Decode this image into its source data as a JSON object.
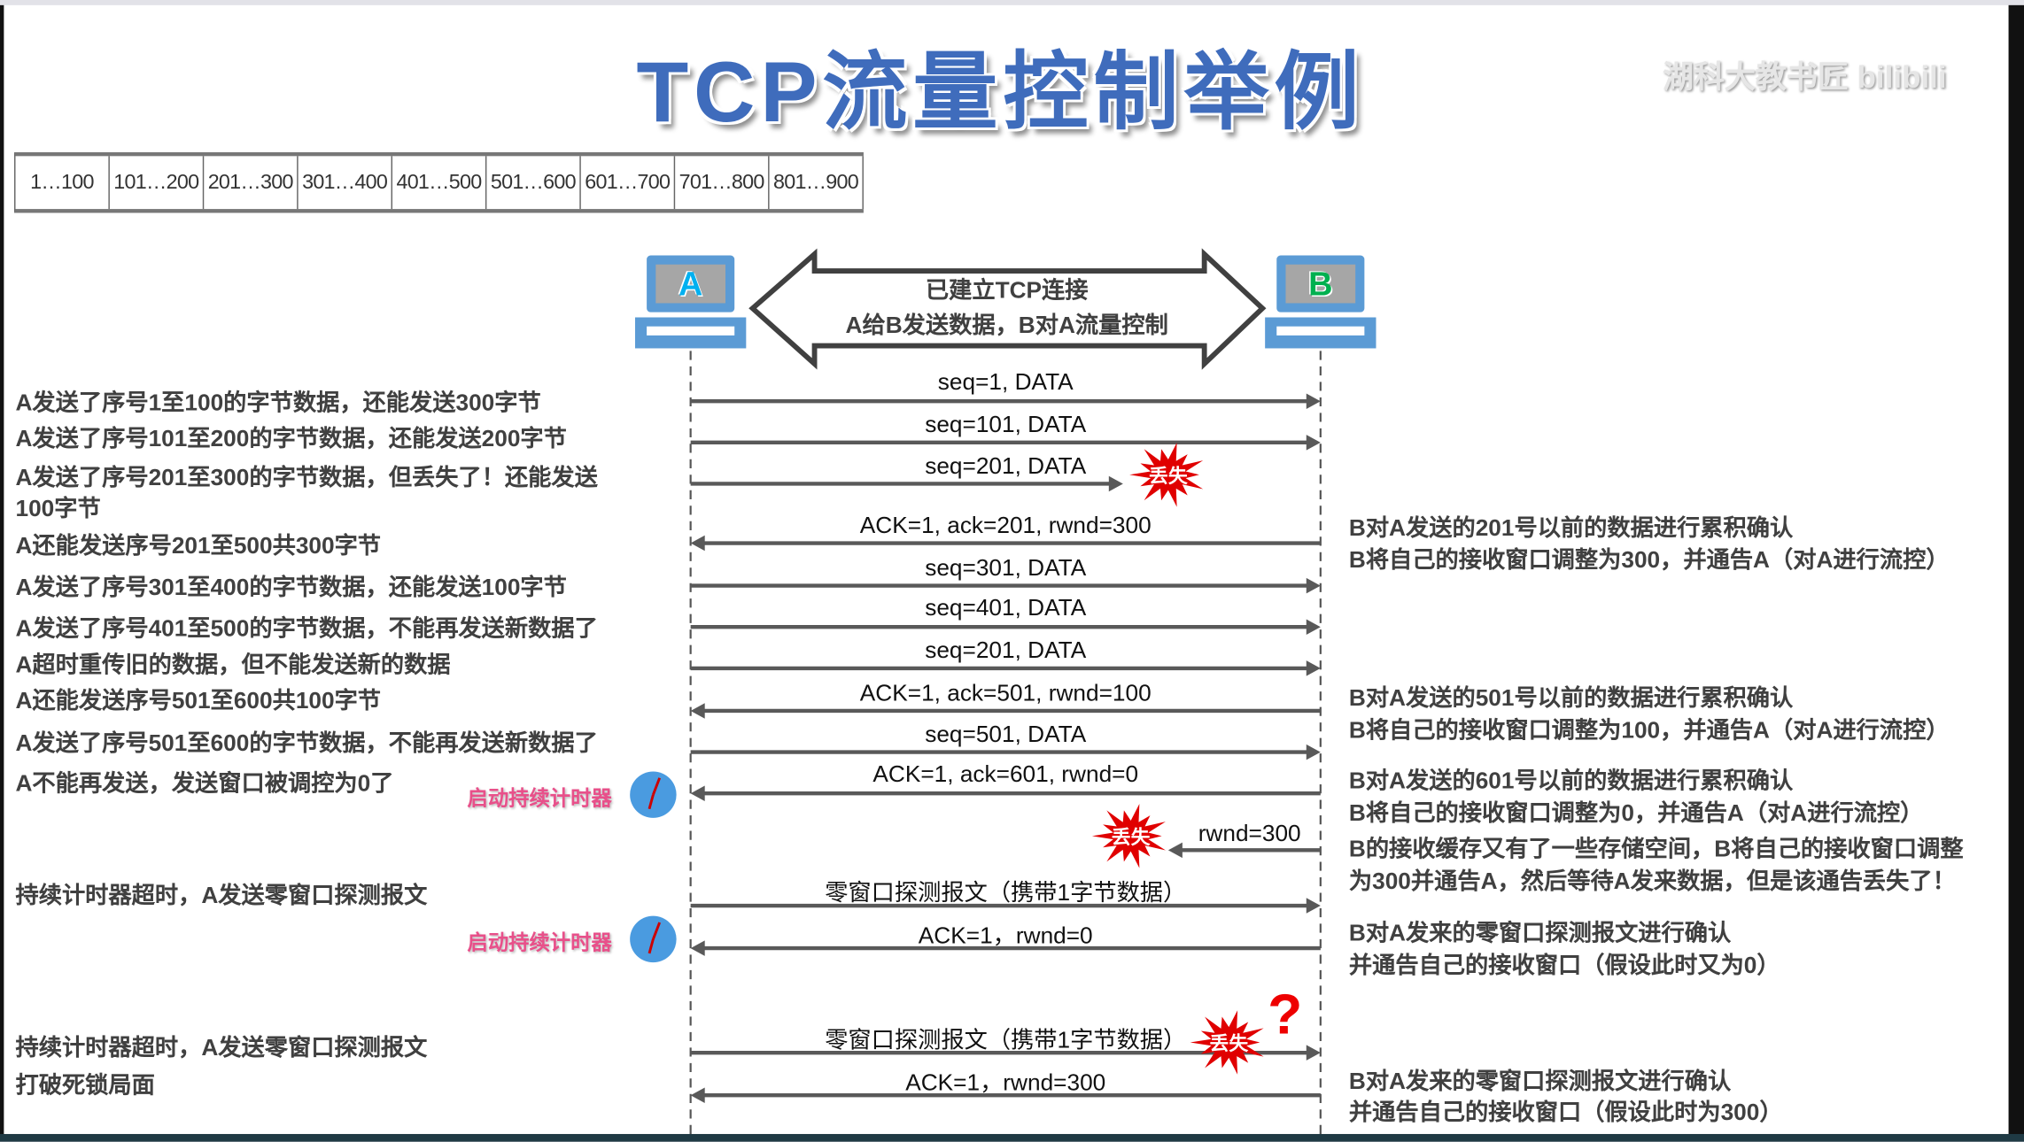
{
  "title": "TCP流量控制举例",
  "watermark": "湖科大教书匠 bilibili",
  "byte_ranges": [
    "1…100",
    "101…200",
    "201…300",
    "301…400",
    "401…500",
    "501…600",
    "601…700",
    "701…800",
    "801…900"
  ],
  "hosts": {
    "a": "A",
    "b": "B"
  },
  "connection": {
    "line1": "已建立TCP连接",
    "line2": "A给B发送数据，B对A流量控制"
  },
  "messages": [
    {
      "label": "seq=1, DATA",
      "dir": "right"
    },
    {
      "label": "seq=101, DATA",
      "dir": "right"
    },
    {
      "label": "seq=201, DATA",
      "dir": "right",
      "lost": true
    },
    {
      "label": "ACK=1, ack=201, rwnd=300",
      "dir": "left"
    },
    {
      "label": "seq=301, DATA",
      "dir": "right"
    },
    {
      "label": "seq=401, DATA",
      "dir": "right"
    },
    {
      "label": "seq=201, DATA",
      "dir": "right"
    },
    {
      "label": "ACK=1, ack=501, rwnd=100",
      "dir": "left"
    },
    {
      "label": "seq=501, DATA",
      "dir": "right"
    },
    {
      "label": "ACK=1, ack=601, rwnd=0",
      "dir": "left"
    },
    {
      "label": "rwnd=300",
      "dir": "left",
      "lost": true
    },
    {
      "label": "零窗口探测报文（携带1字节数据）",
      "dir": "right"
    },
    {
      "label": "ACK=1，rwnd=0",
      "dir": "left"
    },
    {
      "label": "零窗口探测报文（携带1字节数据）",
      "dir": "right",
      "lost": true,
      "question": "?"
    },
    {
      "label": "ACK=1，rwnd=300",
      "dir": "left"
    }
  ],
  "lost_label": "丢失",
  "timer_label": "启动持续计时器",
  "left_notes": [
    "A发送了序号1至100的字节数据，还能发送300字节",
    "A发送了序号101至200的字节数据，还能发送200字节",
    "A发送了序号201至300的字节数据，但丢失了！还能发送",
    "100字节",
    "A还能发送序号201至500共300字节",
    "A发送了序号301至400的字节数据，还能发送100字节",
    "A发送了序号401至500的字节数据，不能再发送新数据了",
    "A超时重传旧的数据，但不能发送新的数据",
    "A还能发送序号501至600共100字节",
    "A发送了序号501至600的字节数据，不能再发送新数据了",
    "A不能再发送，发送窗口被调控为0了",
    "持续计时器超时，A发送零窗口探测报文",
    "持续计时器超时，A发送零窗口探测报文",
    "打破死锁局面"
  ],
  "right_notes": [
    "B对A发送的201号以前的数据进行累积确认",
    "B将自己的接收窗口调整为300，并通告A（对A进行流控）",
    "B对A发送的501号以前的数据进行累积确认",
    "B将自己的接收窗口调整为100，并通告A（对A进行流控）",
    "B对A发送的601号以前的数据进行累积确认",
    "B将自己的接收窗口调整为0，并通告A（对A进行流控）",
    "B的接收缓存又有了一些存储空间，B将自己的接收窗口调整",
    "为300并通告A，然后等待A发来数据，但是该通告丢失了！",
    "B对A发来的零窗口探测报文进行确认",
    "并通告自己的接收窗口（假设此时又为0）",
    "B对A发来的零窗口探测报文进行确认",
    "并通告自己的接收窗口（假设此时为300）"
  ],
  "colors": {
    "title": "#3f6cbc",
    "host": "#5b9bd5",
    "arrow": "#595959",
    "lost": "#e00000",
    "timer": "#e8508a",
    "host_a_letter": "#00b0f0",
    "host_b_letter": "#00b050"
  }
}
